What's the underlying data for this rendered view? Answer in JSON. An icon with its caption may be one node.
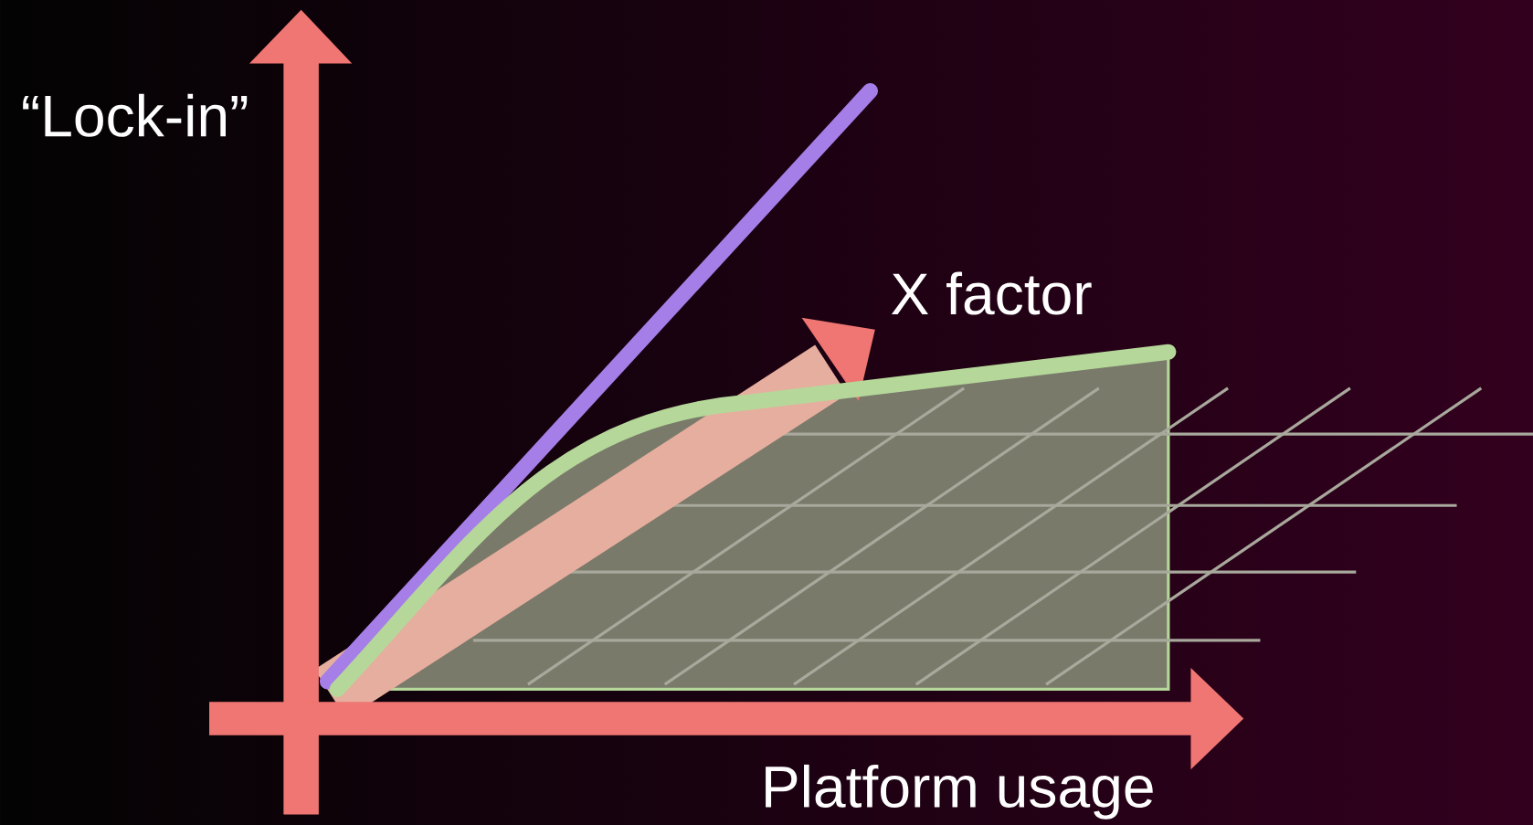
{
  "diagram": {
    "labels": [
      "“Lock-in”",
      "X factor",
      "Platform usage"
    ]
  }
}
